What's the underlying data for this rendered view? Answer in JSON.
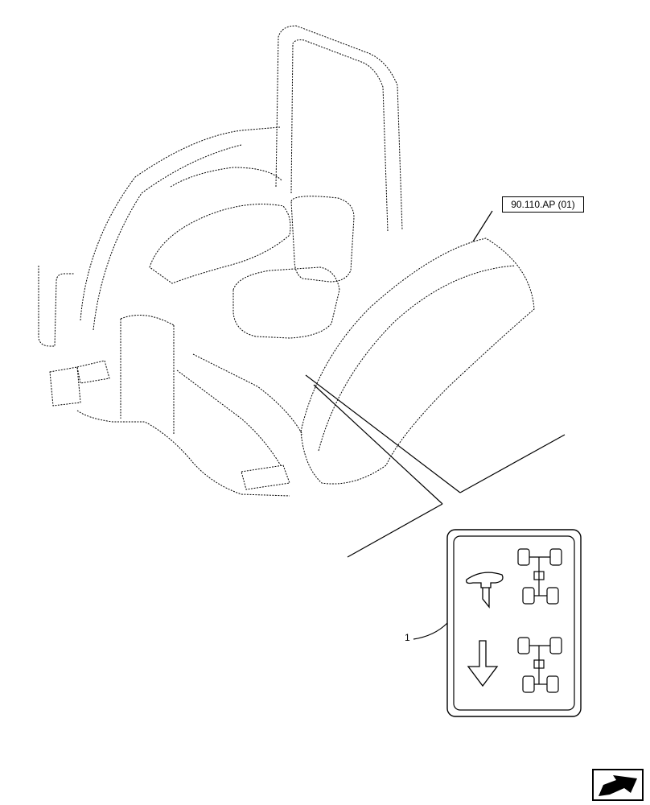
{
  "reference_label": "90.110.AP (01)",
  "callout_number": "1",
  "icons": {
    "tractor": "tractor-cab-line-drawing",
    "decal": "four-wheel-drive-decal",
    "knob": "lever-knob-icon",
    "arrow": "down-arrow-icon",
    "chassis": "tractor-chassis-icon",
    "navigation": "previous-page-arrow-icon"
  },
  "colors": {
    "line": "#000000",
    "background": "#ffffff"
  }
}
